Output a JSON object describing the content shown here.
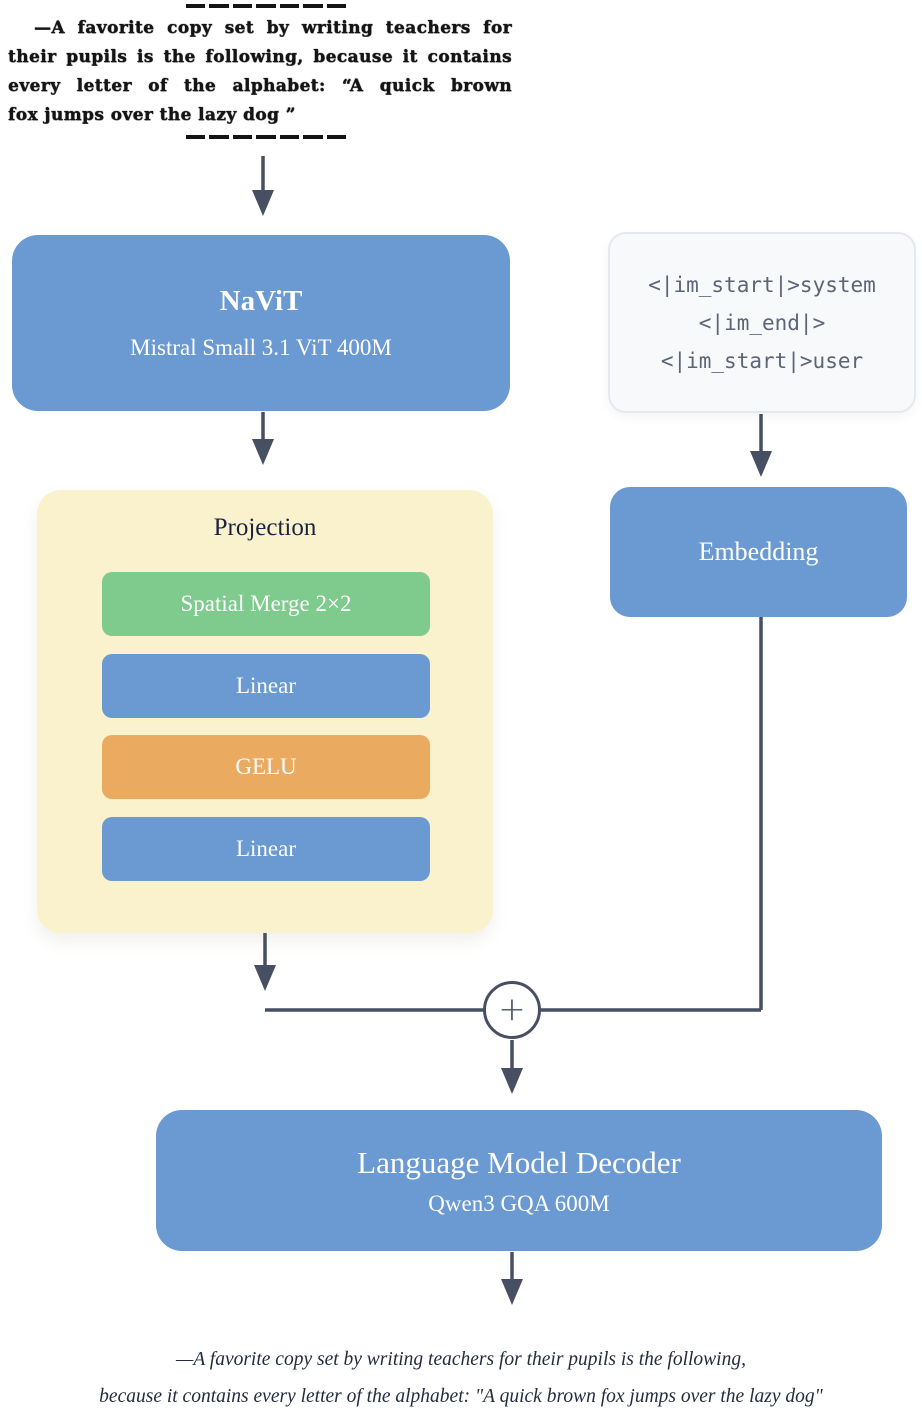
{
  "clipping": {
    "lines": [
      "—A favorite copy set by writing teachers for",
      "their pupils is the following, because it contains",
      "every letter of the alphabet: “A quick brown",
      "fox jumps over the lazy dog ”"
    ]
  },
  "navit": {
    "title": "NaViT",
    "subtitle": "Mistral Small 3.1 ViT 400M"
  },
  "prompt_tokens": {
    "lines": [
      "<|im_start|>system",
      "<|im_end|>",
      "<|im_start|>user"
    ]
  },
  "projection": {
    "title": "Projection",
    "layers": [
      {
        "label": "Spatial Merge 2×2"
      },
      {
        "label": "Linear"
      },
      {
        "label": "GELU"
      },
      {
        "label": "Linear"
      }
    ]
  },
  "embedding": {
    "label": "Embedding"
  },
  "merge": {
    "symbol": "+"
  },
  "decoder": {
    "title": "Language Model Decoder",
    "subtitle": "Qwen3 GQA 600M"
  },
  "caption": {
    "line1": "—A favorite copy set by writing teachers for their pupils is the following,",
    "line2": "because it contains every letter of the alphabet: \"A quick brown fox jumps over the lazy dog\""
  },
  "colors": {
    "box_blue": "#6a9ad1",
    "panel_yellow": "#faf2cd",
    "merge_green": "#7fca8d",
    "gelu_orange": "#eaab60",
    "wire_slate": "#474f62",
    "token_text": "#5b6577"
  }
}
